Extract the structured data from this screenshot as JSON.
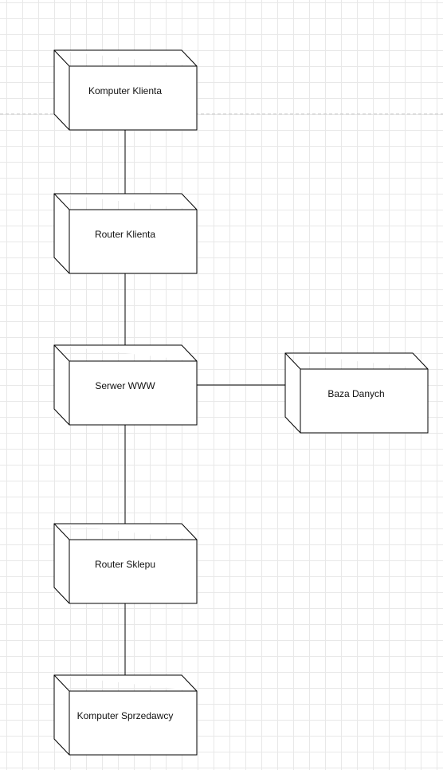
{
  "diagram": {
    "colors": {
      "stroke": "#000000",
      "fill": "#ffffff",
      "grid": "#e8e8e8",
      "page_break": "#c8c8c8"
    },
    "nodes": [
      {
        "id": "komputer-klienta",
        "label": "Komputer Klienta"
      },
      {
        "id": "router-klienta",
        "label": "Router Klienta"
      },
      {
        "id": "serwer-www",
        "label": "Serwer WWW"
      },
      {
        "id": "baza-danych",
        "label": "Baza Danych"
      },
      {
        "id": "router-sklepu",
        "label": "Router Sklepu"
      },
      {
        "id": "komputer-sprzedawcy",
        "label": "Komputer Sprzedawcy"
      }
    ],
    "edges": [
      {
        "from": "komputer-klienta",
        "to": "router-klienta"
      },
      {
        "from": "router-klienta",
        "to": "serwer-www"
      },
      {
        "from": "serwer-www",
        "to": "baza-danych"
      },
      {
        "from": "serwer-www",
        "to": "router-sklepu"
      },
      {
        "from": "router-sklepu",
        "to": "komputer-sprzedawcy"
      }
    ]
  }
}
